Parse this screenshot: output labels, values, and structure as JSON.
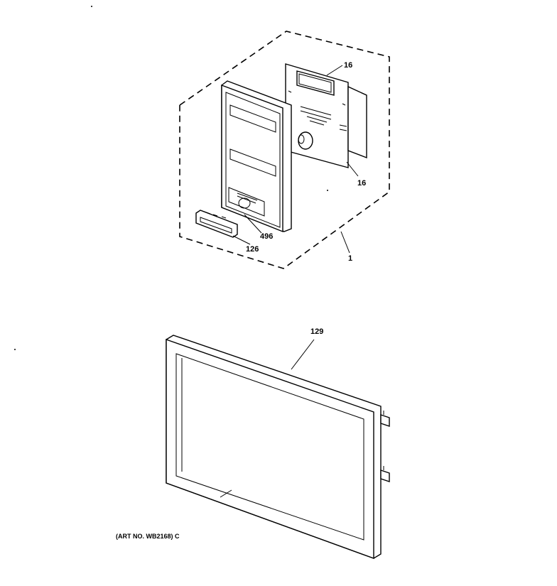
{
  "callouts": {
    "board_top": "16",
    "board_bottom": "16",
    "touch_panel": "496",
    "bracket": "126",
    "assembly": "1",
    "door_frame": "129"
  },
  "caption": "(ART NO. WB2168) C"
}
